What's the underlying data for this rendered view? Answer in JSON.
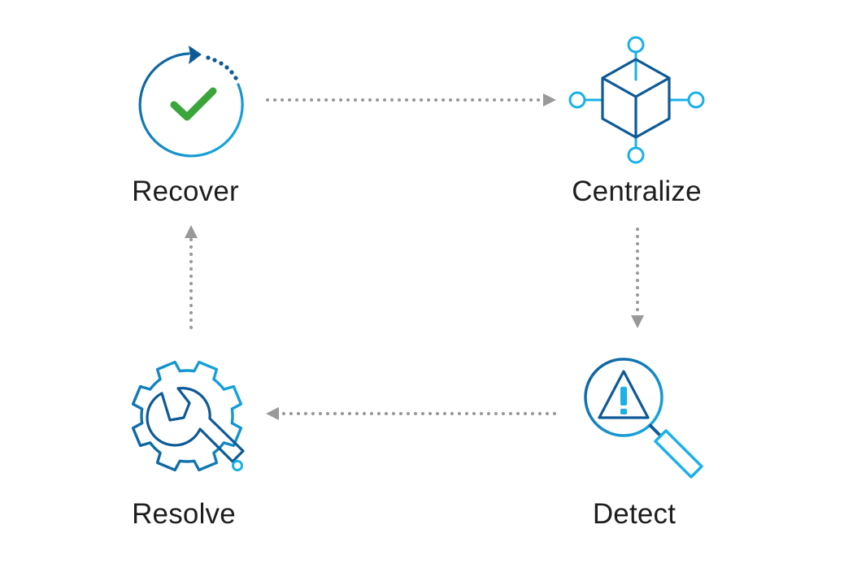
{
  "diagram": {
    "type": "cycle",
    "colors": {
      "icon_dark": "#0d5a96",
      "icon_light": "#1ab0e8",
      "check": "#3aa53a",
      "arrow": "#999999",
      "text": "#1e1e1e"
    },
    "nodes": [
      {
        "id": "recover",
        "label": "Recover",
        "icon": "refresh-check-icon"
      },
      {
        "id": "centralize",
        "label": "Centralize",
        "icon": "cube-network-icon"
      },
      {
        "id": "detect",
        "label": "Detect",
        "icon": "magnifier-alert-icon"
      },
      {
        "id": "resolve",
        "label": "Resolve",
        "icon": "gear-wrench-icon"
      }
    ],
    "edges": [
      {
        "from": "recover",
        "to": "centralize",
        "style": "dotted"
      },
      {
        "from": "centralize",
        "to": "detect",
        "style": "dotted"
      },
      {
        "from": "detect",
        "to": "resolve",
        "style": "dotted"
      },
      {
        "from": "resolve",
        "to": "recover",
        "style": "dotted"
      }
    ]
  }
}
